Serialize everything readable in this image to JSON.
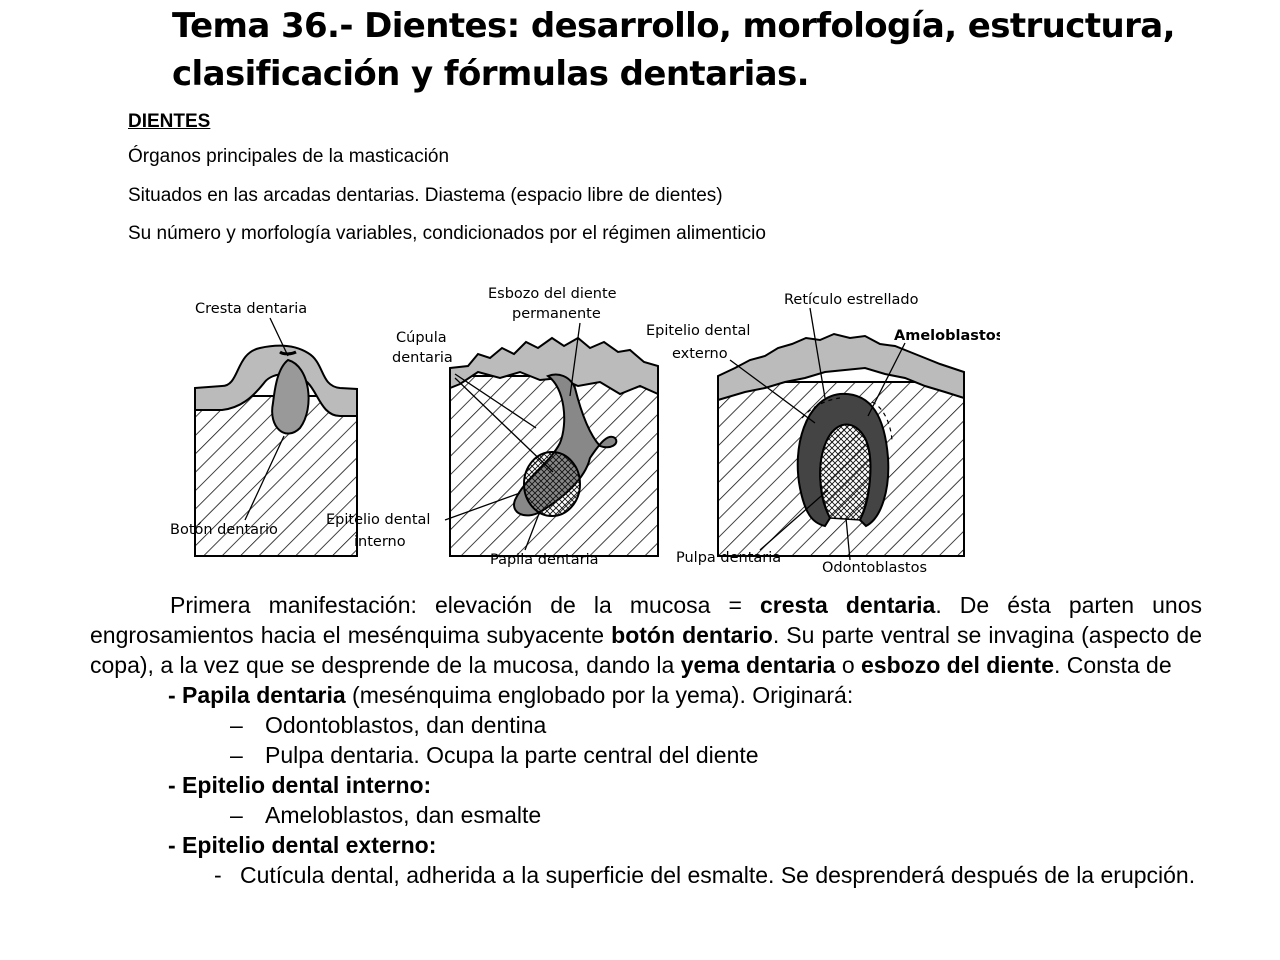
{
  "title_lines": [
    "Tema 36.- Dientes: desarrollo, morfología, estructura,",
    "clasificación y fórmulas dentarias."
  ],
  "section_heading": "DIENTES",
  "intro_lines": [
    "Órganos principales de la masticación",
    "Situados en las arcadas dentarias. Diastema (espacio libre de dientes)",
    "Su número y morfología variables, condicionados por el régimen alimenticio"
  ],
  "figure_labels": {
    "cresta": "Cresta dentaria",
    "boton": "Botón dentario",
    "cupula_1": "Cúpula",
    "cupula_2": "dentaria",
    "esbozo_1": "Esbozo del diente",
    "esbozo_2": "permanente",
    "epi_int_1": "Epitelio dental",
    "epi_int_2": "interno",
    "papila": "Papila dentaria",
    "epi_ext_1": "Epitelio dental",
    "epi_ext_2": "externo",
    "reticulo": "Retículo estrellado",
    "ameloblastos": "Ameloblastos",
    "pulpa": "Pulpa dentaria",
    "odontoblastos": "Odontoblastos"
  },
  "paragraph": {
    "p1": "Primera manifestación: elevación de la mucosa = ",
    "b1": "cresta dentaria",
    "p2": ". De ésta parten unos engrosamientos hacia el mesénquima subyacente ",
    "b2": "botón dentario",
    "p3": ". Su parte ventral se invagina (aspecto de copa), a la vez que se desprende de la mucosa, dando la ",
    "b3": "yema dentaria",
    "p4": " o ",
    "b4": "esbozo del diente",
    "p5": ". Consta de"
  },
  "papila": {
    "heading": "- Papila dentaria",
    "rest": " (mesénquima englobado por la yema). Originará:",
    "items": [
      "Odontoblastos, dan dentina",
      "Pulpa dentaria. Ocupa la parte central del diente"
    ]
  },
  "epi_interno": {
    "heading": "- Epitelio dental interno:",
    "items": [
      "Ameloblastos, dan esmalte"
    ]
  },
  "epi_externo": {
    "heading": "- Epitelio dental externo:",
    "items": [
      "Cutícula dental, adherida a la superficie del esmalte. Se desprenderá después de la erupción."
    ]
  },
  "dash_mark": "–",
  "hyphen_mark": "-"
}
